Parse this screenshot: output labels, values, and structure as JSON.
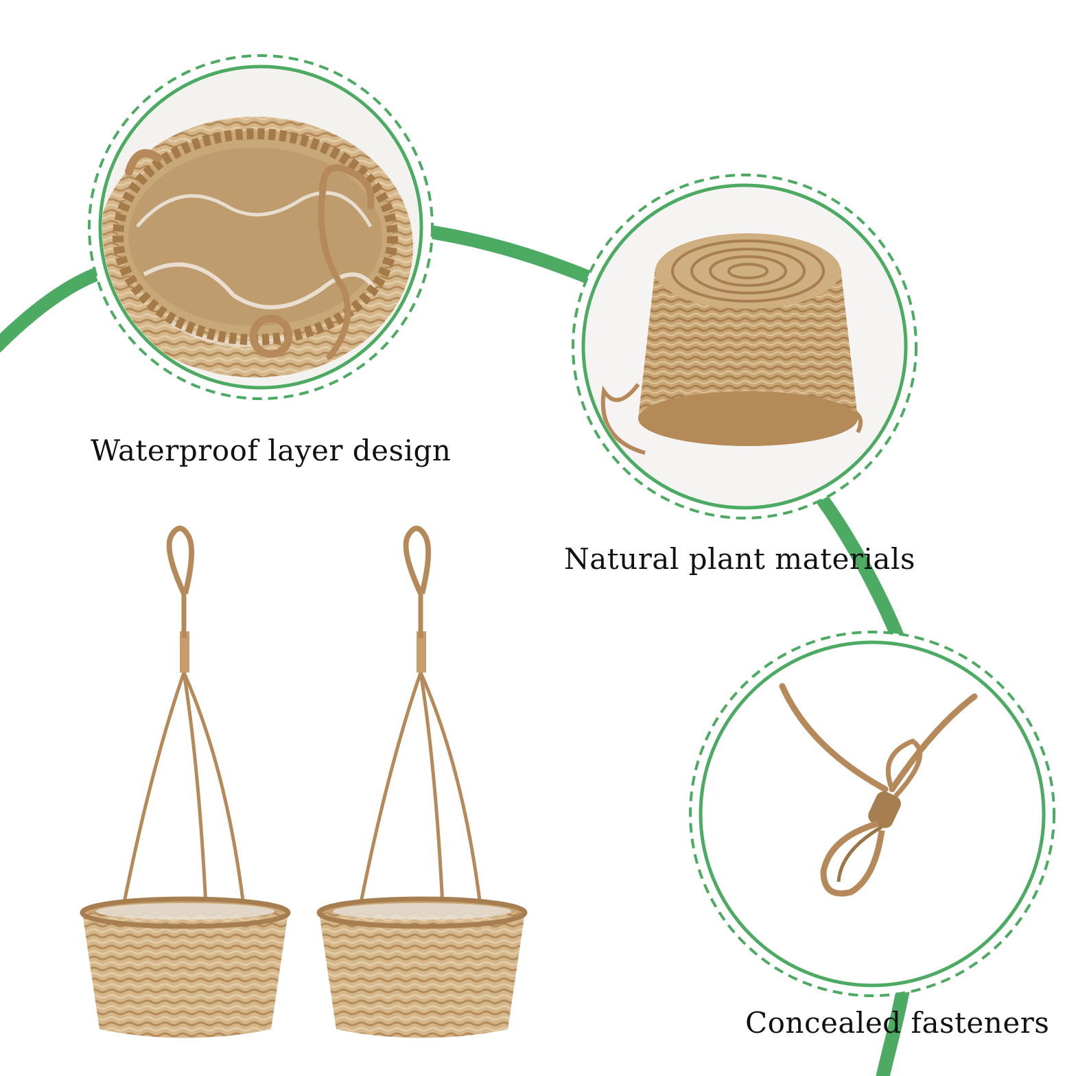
{
  "colors": {
    "accent_green": "#4caa62",
    "background": "#ffffff",
    "caption_text": "#111111",
    "straw_light": "#dcc29b",
    "straw_mid": "#c9a473",
    "straw_dark": "#9b7447",
    "rope": "#b5895a"
  },
  "features": [
    {
      "label": "Waterproof layer design",
      "image": "basket-interior-with-plastic-liner"
    },
    {
      "label": "Natural plant materials",
      "image": "woven-seagrass-basket-bottom"
    },
    {
      "label": "Concealed fasteners",
      "image": "jute-rope-knot-loop"
    }
  ],
  "product": {
    "count": 2,
    "image": "hanging-seagrass-basket"
  }
}
